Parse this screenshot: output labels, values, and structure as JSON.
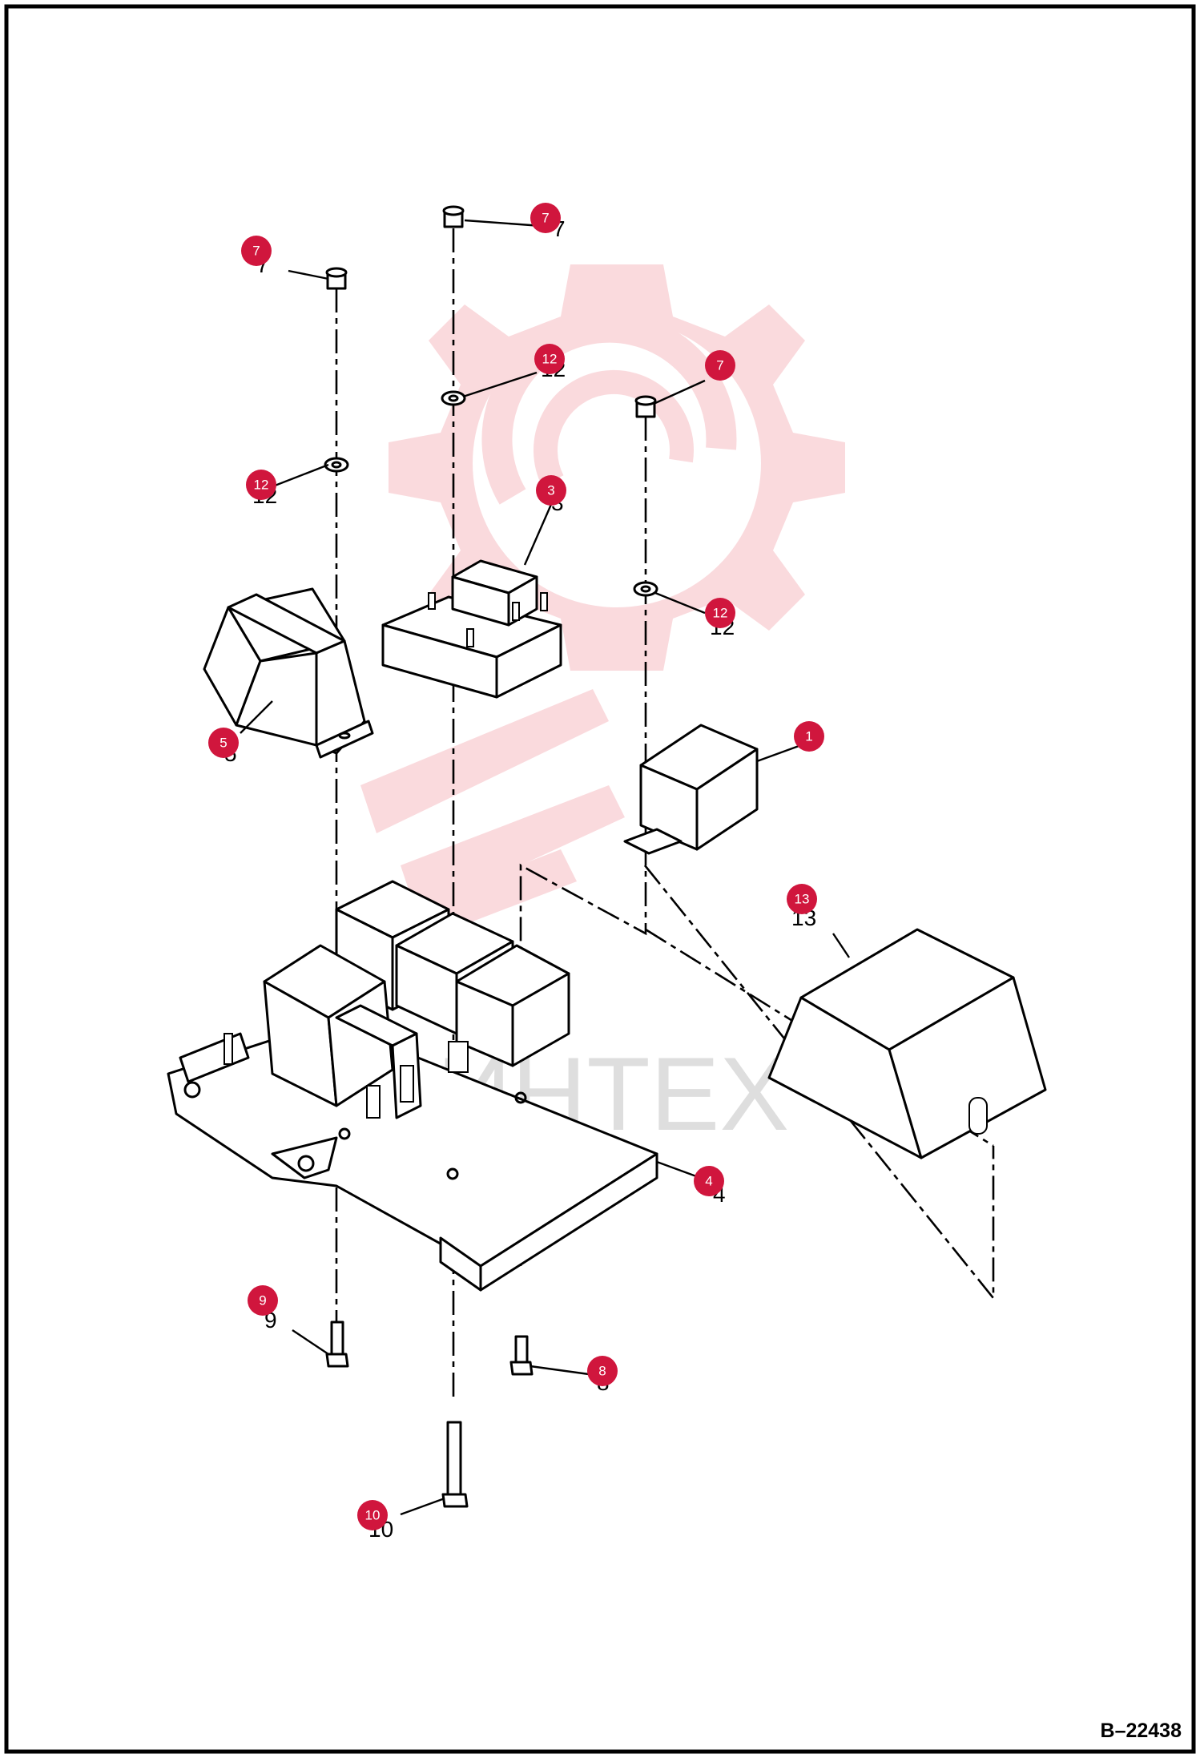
{
  "drawing_number": "B–22438",
  "watermark": {
    "text": "ИНТЕХ",
    "color": "#f0a0a8"
  },
  "accent_color": "#d0163d",
  "callouts": [
    {
      "label": "7"
    },
    {
      "label": "7"
    },
    {
      "label": "7"
    },
    {
      "label": "12"
    },
    {
      "label": "12"
    },
    {
      "label": "12"
    },
    {
      "label": "3"
    },
    {
      "label": "5"
    },
    {
      "label": "1"
    },
    {
      "label": "13"
    },
    {
      "label": "4"
    },
    {
      "label": "9"
    },
    {
      "label": "8"
    },
    {
      "label": "10"
    }
  ],
  "printed_numbers": [
    "7",
    "7",
    "12",
    "12",
    "3",
    "5",
    "12",
    "13",
    "4",
    "9",
    "8",
    "10"
  ]
}
